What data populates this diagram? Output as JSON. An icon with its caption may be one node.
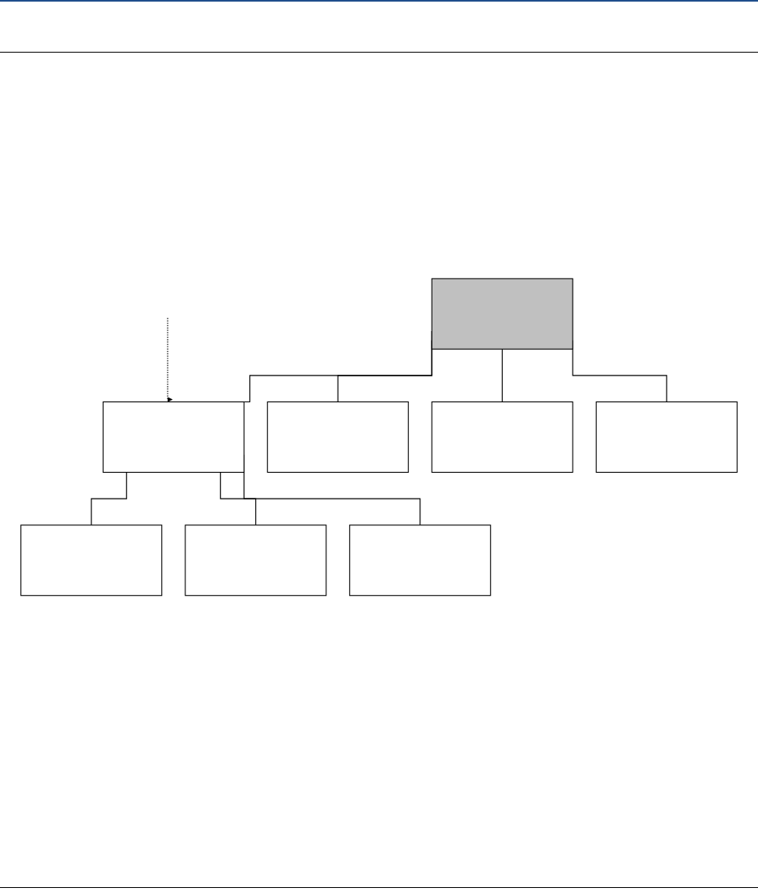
{
  "diagram": {
    "nodes": [
      {
        "text": [],
        "shape": "box"
      },
      {
        "text": [],
        "shape": "box"
      },
      {
        "text": [],
        "shape": "box"
      },
      {
        "text": [],
        "shape": "box"
      },
      {
        "text": [],
        "shape": "box"
      },
      {
        "text": [],
        "shape": "box"
      },
      {
        "text": [],
        "shape": "box"
      },
      {
        "text": [],
        "shape": "box"
      }
    ],
    "edges": [
      {
        "from": null,
        "to": 1,
        "arrow": "to",
        "style": "dashed"
      },
      {
        "from": 0,
        "to": 1,
        "arrow": "none"
      },
      {
        "from": 1,
        "to": 2,
        "arrow": "none"
      },
      {
        "from": 1,
        "to": 3,
        "arrow": "none"
      },
      {
        "from": 1,
        "to": 4,
        "arrow": "none"
      },
      {
        "from": 0,
        "to": 5,
        "arrow": "none"
      },
      {
        "from": 0,
        "to": 6,
        "arrow": "none"
      },
      {
        "from": 0,
        "to": 7,
        "arrow": "none"
      }
    ]
  }
}
